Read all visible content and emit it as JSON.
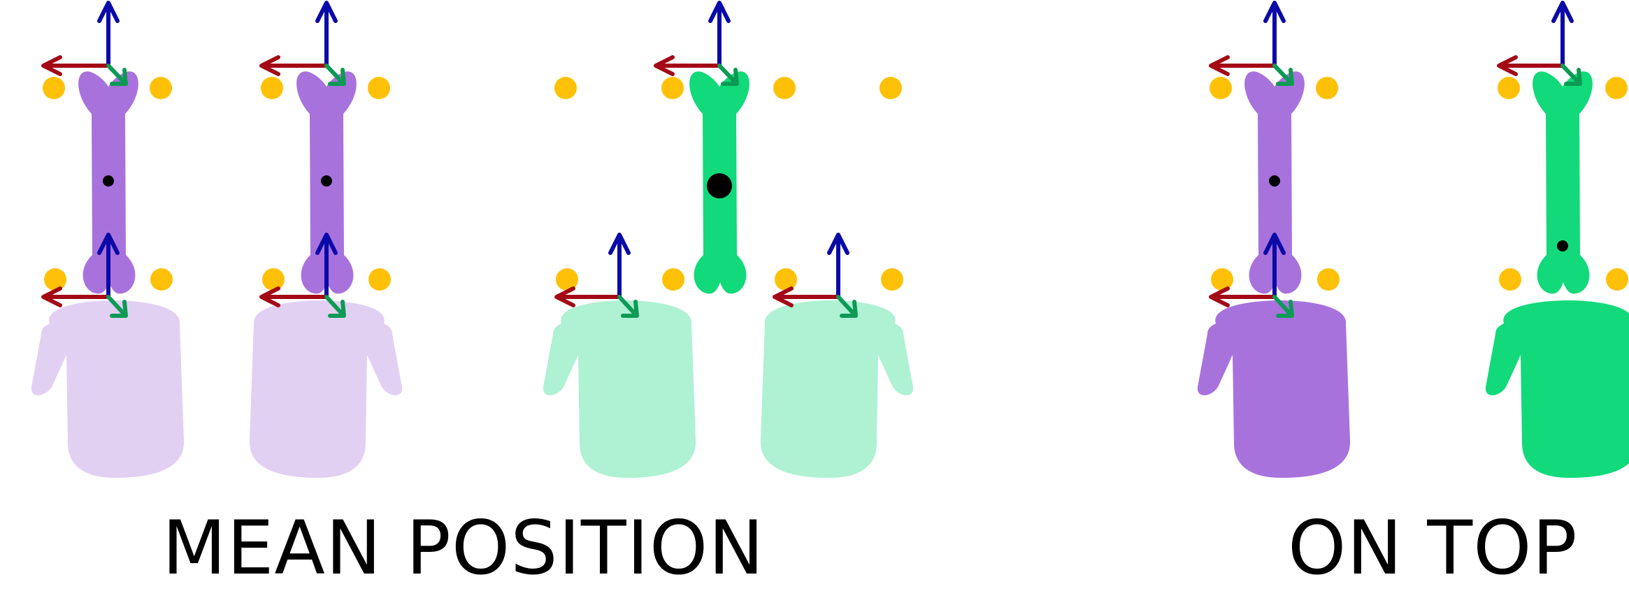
{
  "labels": {
    "mean_position": "MEAN POSITION",
    "on_top": "ON TOP"
  },
  "colors": {
    "purple_bone": "#a872dd",
    "purple_body_faded": "#e2d0f3",
    "purple_body": "#a872dd",
    "green_bone": "#12d97a",
    "green_body_faded": "#aef1d3",
    "green_body": "#12d97a",
    "joint_dot": "#ffc107",
    "axis_up": "#0a0aa8",
    "axis_left": "#a30a16",
    "axis_down": "#0d9a55",
    "center_dot": "#000000",
    "background": "#ffffff"
  },
  "figures": [
    {
      "group": "mean-position",
      "bone_color": "purple_bone",
      "body_color": "purple_body_faded",
      "body_side": "left",
      "center": "small"
    },
    {
      "group": "mean-position",
      "bone_color": "purple_bone",
      "body_color": "purple_body_faded",
      "body_side": "right",
      "center": "small"
    },
    {
      "group": "mean-position",
      "bone_color": "green_bone",
      "body_color": "green_body_faded",
      "center": "large"
    },
    {
      "group": "on-top",
      "bone_color": "purple_bone",
      "body_color": "purple_body",
      "body_side": "left",
      "center": "small"
    },
    {
      "group": "on-top",
      "bone_color": "green_bone",
      "body_color": "green_body",
      "body_side": "left",
      "center": "small-low"
    }
  ]
}
